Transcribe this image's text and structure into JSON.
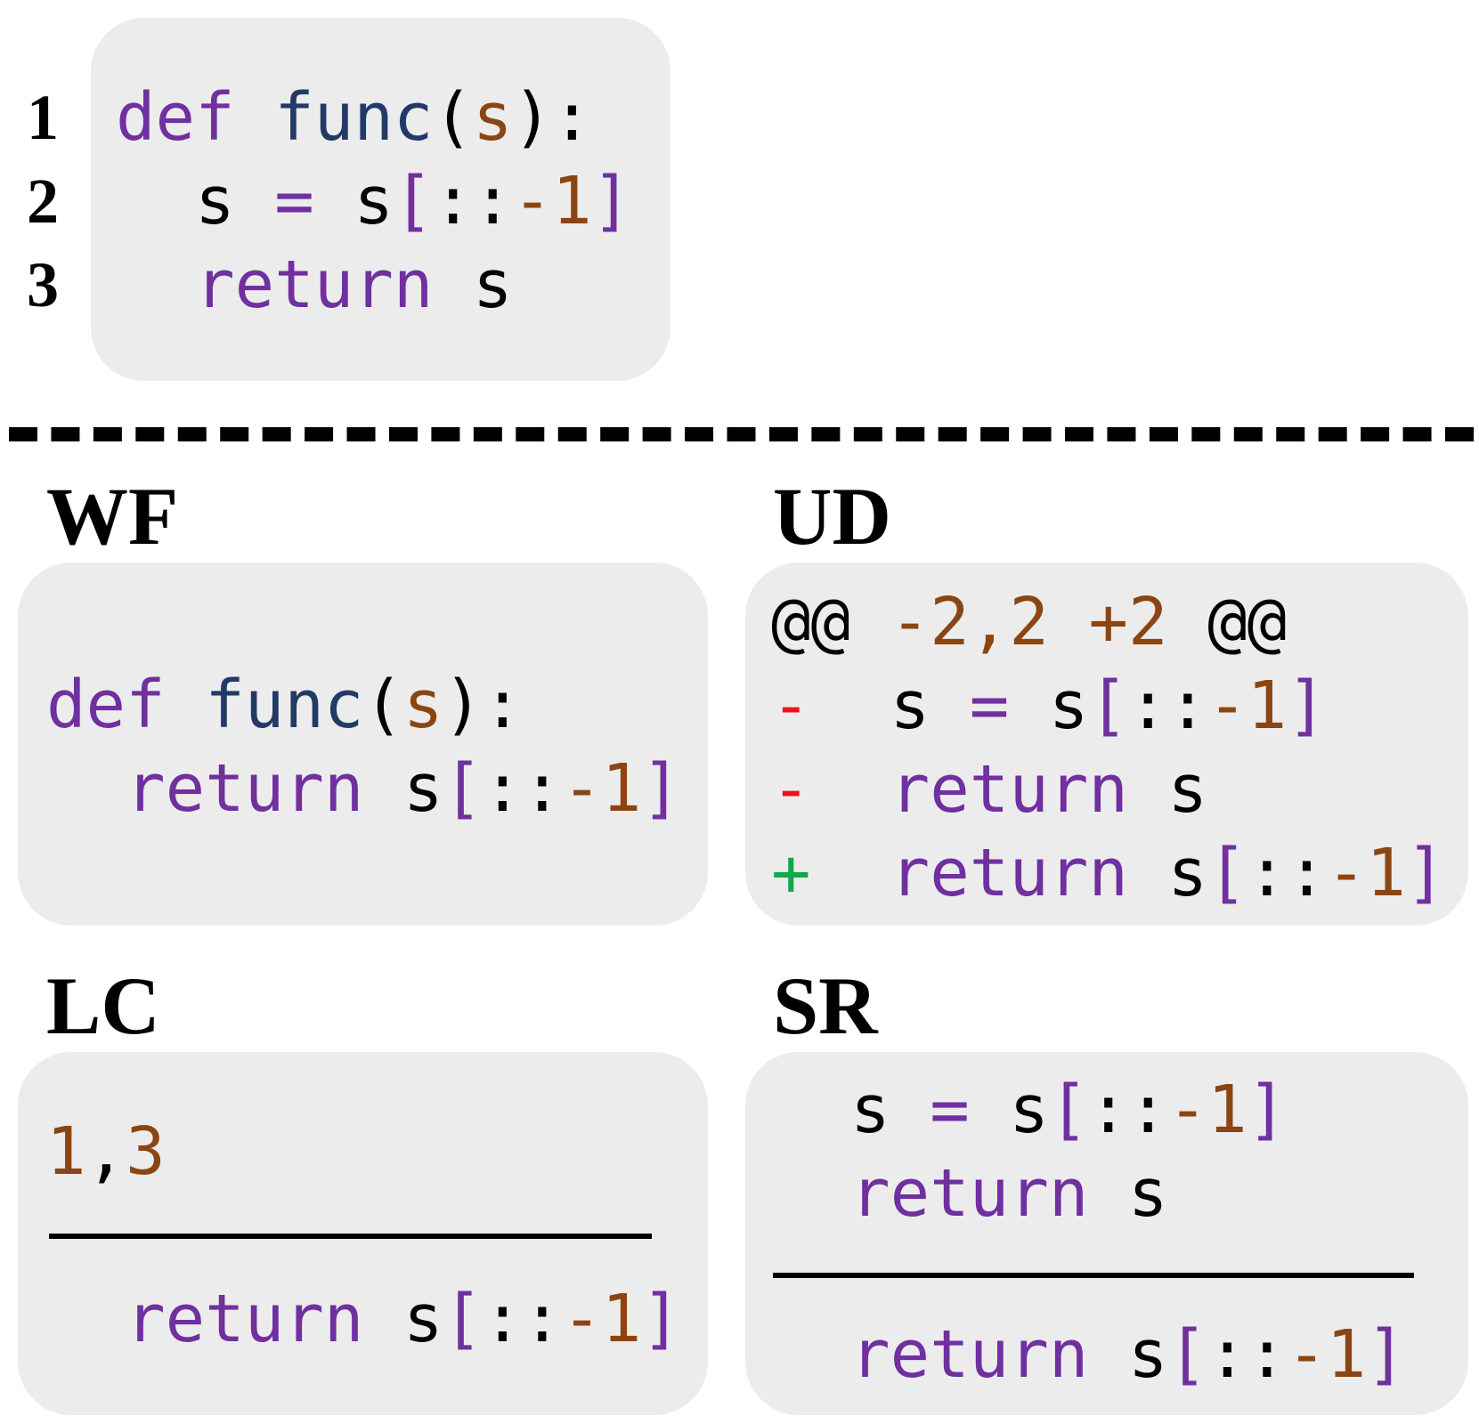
{
  "original": {
    "line_numbers": [
      "1",
      "2",
      "3"
    ],
    "code": {
      "l1": {
        "def": "def",
        "name": "func",
        "open": "(",
        "param": "s",
        "close": "):"
      },
      "l2": {
        "indent": "  ",
        "var": "s",
        "eq": " = ",
        "obj": "s",
        "lb": "[",
        "colons": "::",
        "neg": "-1",
        "rb": "]"
      },
      "l3": {
        "indent": "  ",
        "kw": "return",
        "sp": " ",
        "var": "s"
      }
    }
  },
  "panels": {
    "wf": {
      "label": "WF",
      "l1": {
        "def": "def",
        "name": "func",
        "open": "(",
        "param": "s",
        "close": "):"
      },
      "l2": {
        "indent": "  ",
        "kw": "return",
        "sp": " ",
        "var": "s",
        "lb": "[",
        "colons": "::",
        "neg": "-1",
        "rb": "]"
      }
    },
    "ud": {
      "label": "UD",
      "header": {
        "at1": "@@",
        "range1": "-2,2",
        "range2": "+2",
        "at2": "@@"
      },
      "l1": {
        "marker": "-",
        "gap": "  ",
        "var": "s",
        "eq": " = ",
        "obj": "s",
        "lb": "[",
        "colons": "::",
        "neg": "-1",
        "rb": "]"
      },
      "l2": {
        "marker": "-",
        "gap": "  ",
        "kw": "return",
        "sp": " ",
        "var": "s"
      },
      "l3": {
        "marker": "+",
        "gap": "  ",
        "kw": "return",
        "sp": " ",
        "var": "s",
        "lb": "[",
        "colons": "::",
        "neg": "-1",
        "rb": "]"
      }
    },
    "lc": {
      "label": "LC",
      "lines": {
        "a": "1",
        "comma": ",",
        "b": "3"
      },
      "l1": {
        "indent": "  ",
        "kw": "return",
        "sp": " ",
        "var": "s",
        "lb": "[",
        "colons": "::",
        "neg": "-1",
        "rb": "]"
      }
    },
    "sr": {
      "label": "SR",
      "l1": {
        "indent": "  ",
        "var": "s",
        "eq": " = ",
        "obj": "s",
        "lb": "[",
        "colons": "::",
        "neg": "-1",
        "rb": "]"
      },
      "l2": {
        "indent": "  ",
        "kw": "return",
        "sp": " ",
        "var": "s"
      },
      "l3": {
        "indent": "  ",
        "kw": "return",
        "sp": " ",
        "var": "s",
        "lb": "[",
        "colons": "::",
        "neg": "-1",
        "rb": "]"
      }
    }
  },
  "colors": {
    "keyword": "#7030a0",
    "function_name": "#223a66",
    "parameter": "#8b4513",
    "number": "#8b4513",
    "deletion": "#e8161a",
    "addition": "#12a84a",
    "panel_background": "#ececec"
  }
}
